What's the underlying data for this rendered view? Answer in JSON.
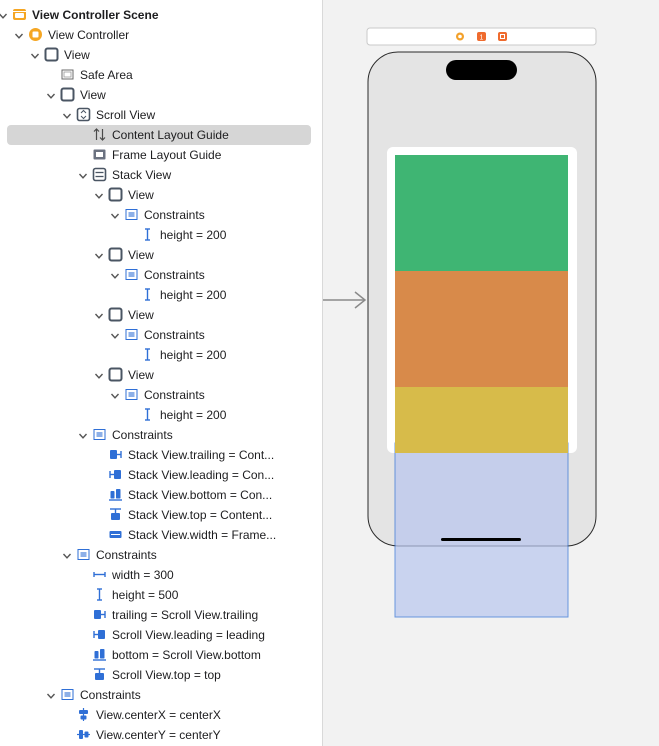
{
  "outline": [
    {
      "label": "View Controller Scene",
      "icon": "scene-icon",
      "indent": 0,
      "expanded": true,
      "bold": true,
      "selected": false
    },
    {
      "label": "View Controller",
      "icon": "view-controller-icon",
      "indent": 1,
      "expanded": true,
      "bold": false,
      "selected": false
    },
    {
      "label": "View",
      "icon": "view-icon",
      "indent": 2,
      "expanded": true,
      "bold": false,
      "selected": false
    },
    {
      "label": "Safe Area",
      "icon": "safe-area-icon",
      "indent": 3,
      "expanded": null,
      "bold": false,
      "selected": false
    },
    {
      "label": "View",
      "icon": "view-icon",
      "indent": 3,
      "expanded": true,
      "bold": false,
      "selected": false
    },
    {
      "label": "Scroll View",
      "icon": "scroll-view-icon",
      "indent": 4,
      "expanded": true,
      "bold": false,
      "selected": false
    },
    {
      "label": "Content Layout Guide",
      "icon": "content-layout-guide-icon",
      "indent": 5,
      "expanded": null,
      "bold": false,
      "selected": true
    },
    {
      "label": "Frame Layout Guide",
      "icon": "frame-layout-guide-icon",
      "indent": 5,
      "expanded": null,
      "bold": false,
      "selected": false
    },
    {
      "label": "Stack View",
      "icon": "stack-view-icon",
      "indent": 5,
      "expanded": true,
      "bold": false,
      "selected": false
    },
    {
      "label": "View",
      "icon": "view-icon",
      "indent": 6,
      "expanded": true,
      "bold": false,
      "selected": false
    },
    {
      "label": "Constraints",
      "icon": "constraints-icon",
      "indent": 7,
      "expanded": true,
      "bold": false,
      "selected": false
    },
    {
      "label": "height = 200",
      "icon": "height-constraint-icon",
      "indent": 8,
      "expanded": null,
      "bold": false,
      "selected": false
    },
    {
      "label": "View",
      "icon": "view-icon",
      "indent": 6,
      "expanded": true,
      "bold": false,
      "selected": false
    },
    {
      "label": "Constraints",
      "icon": "constraints-icon",
      "indent": 7,
      "expanded": true,
      "bold": false,
      "selected": false
    },
    {
      "label": "height = 200",
      "icon": "height-constraint-icon",
      "indent": 8,
      "expanded": null,
      "bold": false,
      "selected": false
    },
    {
      "label": "View",
      "icon": "view-icon",
      "indent": 6,
      "expanded": true,
      "bold": false,
      "selected": false
    },
    {
      "label": "Constraints",
      "icon": "constraints-icon",
      "indent": 7,
      "expanded": true,
      "bold": false,
      "selected": false
    },
    {
      "label": "height = 200",
      "icon": "height-constraint-icon",
      "indent": 8,
      "expanded": null,
      "bold": false,
      "selected": false
    },
    {
      "label": "View",
      "icon": "view-icon",
      "indent": 6,
      "expanded": true,
      "bold": false,
      "selected": false
    },
    {
      "label": "Constraints",
      "icon": "constraints-icon",
      "indent": 7,
      "expanded": true,
      "bold": false,
      "selected": false
    },
    {
      "label": "height = 200",
      "icon": "height-constraint-icon",
      "indent": 8,
      "expanded": null,
      "bold": false,
      "selected": false
    },
    {
      "label": "Constraints",
      "icon": "constraints-icon",
      "indent": 5,
      "expanded": true,
      "bold": false,
      "selected": false
    },
    {
      "label": "Stack View.trailing = Cont...",
      "icon": "trailing-constraint-icon",
      "indent": 6,
      "expanded": null,
      "bold": false,
      "selected": false
    },
    {
      "label": "Stack View.leading = Con...",
      "icon": "leading-constraint-icon",
      "indent": 6,
      "expanded": null,
      "bold": false,
      "selected": false
    },
    {
      "label": "Stack View.bottom = Con...",
      "icon": "bottom-constraint-icon",
      "indent": 6,
      "expanded": null,
      "bold": false,
      "selected": false
    },
    {
      "label": "Stack View.top = Content...",
      "icon": "top-constraint-icon",
      "indent": 6,
      "expanded": null,
      "bold": false,
      "selected": false
    },
    {
      "label": "Stack View.width = Frame...",
      "icon": "width-equal-constraint-icon",
      "indent": 6,
      "expanded": null,
      "bold": false,
      "selected": false
    },
    {
      "label": "Constraints",
      "icon": "constraints-icon",
      "indent": 4,
      "expanded": true,
      "bold": false,
      "selected": false
    },
    {
      "label": "width = 300",
      "icon": "width-constraint-icon",
      "indent": 5,
      "expanded": null,
      "bold": false,
      "selected": false
    },
    {
      "label": "height = 500",
      "icon": "height-constraint-icon",
      "indent": 5,
      "expanded": null,
      "bold": false,
      "selected": false
    },
    {
      "label": "trailing = Scroll View.trailing",
      "icon": "trailing-constraint-icon",
      "indent": 5,
      "expanded": null,
      "bold": false,
      "selected": false
    },
    {
      "label": "Scroll View.leading = leading",
      "icon": "leading-constraint-icon",
      "indent": 5,
      "expanded": null,
      "bold": false,
      "selected": false
    },
    {
      "label": "bottom = Scroll View.bottom",
      "icon": "bottom-constraint-icon",
      "indent": 5,
      "expanded": null,
      "bold": false,
      "selected": false
    },
    {
      "label": "Scroll View.top = top",
      "icon": "top-constraint-icon",
      "indent": 5,
      "expanded": null,
      "bold": false,
      "selected": false
    },
    {
      "label": "Constraints",
      "icon": "constraints-icon",
      "indent": 3,
      "expanded": true,
      "bold": false,
      "selected": false
    },
    {
      "label": "View.centerX = centerX",
      "icon": "center-x-constraint-icon",
      "indent": 4,
      "expanded": null,
      "bold": false,
      "selected": false
    },
    {
      "label": "View.centerY = centerY",
      "icon": "center-y-constraint-icon",
      "indent": 4,
      "expanded": null,
      "bold": false,
      "selected": false
    }
  ],
  "canvas": {
    "scene_dock_icons": [
      "view-controller-dock-icon",
      "first-responder-dock-icon",
      "exit-dock-icon"
    ],
    "scene_dock_badge": "1",
    "entry_arrow_icon": "entry-point-arrow-icon",
    "stack_colors": [
      "#3fb573",
      "#d88a4a",
      "#d7bb4a"
    ],
    "scroll_overlay_color": "#b8c6ee",
    "accent_color": "#2f6fd6"
  }
}
